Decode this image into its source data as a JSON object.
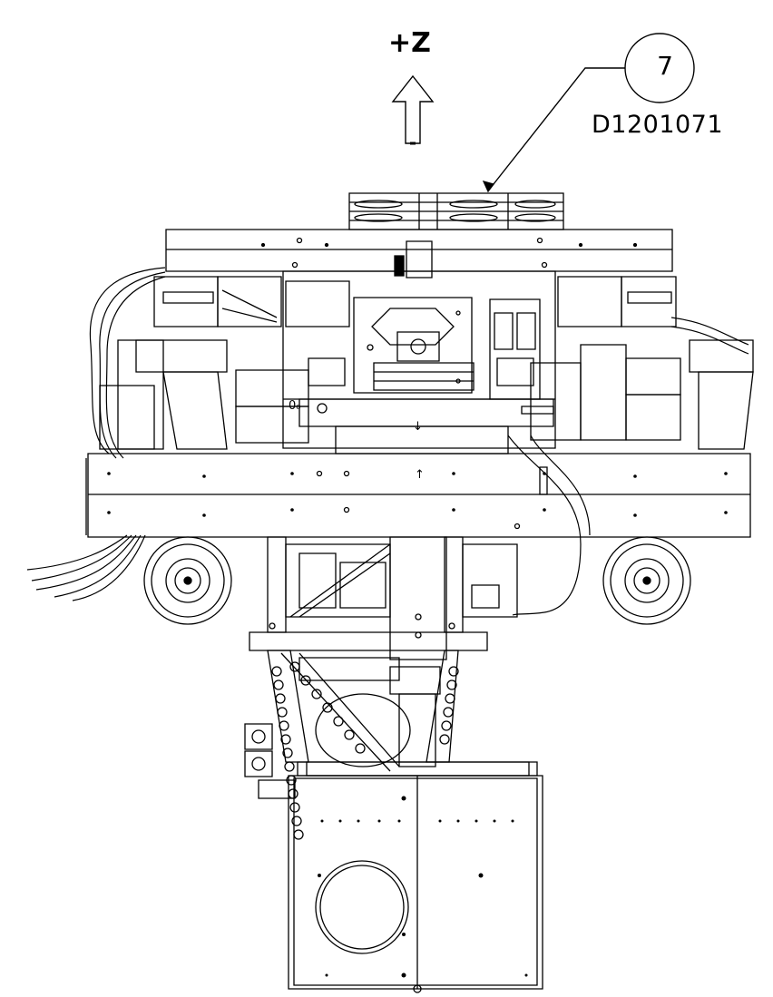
{
  "axis": {
    "label": "+Z"
  },
  "callout": {
    "balloon": "7",
    "part_number": "D1201071"
  },
  "marks": {
    "up_arrow_1": "↑",
    "down_arrow": "↓",
    "o_marks": "0₀"
  },
  "colors": {
    "line": "#000000",
    "background": "#ffffff"
  }
}
